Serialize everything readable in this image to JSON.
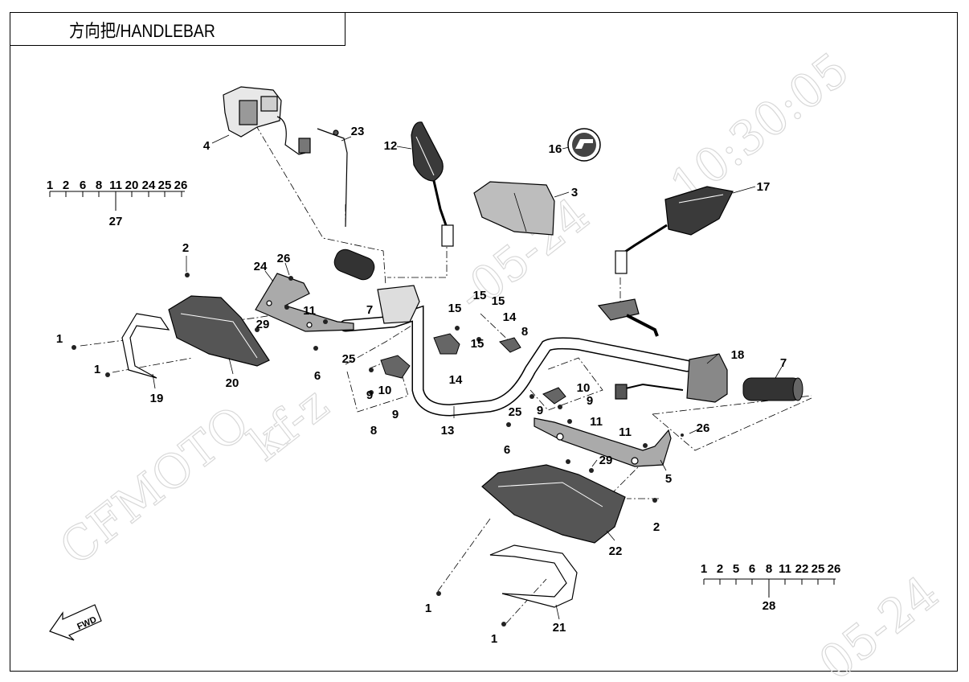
{
  "title": "方向把/HANDLEBAR",
  "watermark": {
    "brand": "CFMOTO",
    "code": "kf-z",
    "date_fragment": "-05-24",
    "time_fragment": "10:30:05",
    "corner_fragment": "05-24"
  },
  "fwd_label": "FWD",
  "kit_27": {
    "parts": [
      "1",
      "2",
      "6",
      "8",
      "11",
      "20",
      "24",
      "25",
      "26"
    ],
    "number": "27"
  },
  "kit_28": {
    "parts": [
      "1",
      "2",
      "5",
      "6",
      "8",
      "11",
      "22",
      "25",
      "26"
    ],
    "number": "28"
  },
  "callouts": {
    "c_4": "4",
    "c_23": "23",
    "c_12": "12",
    "c_16": "16",
    "c_3": "3",
    "c_17": "17",
    "c_2a": "2",
    "c_24": "24",
    "c_26a": "26",
    "c_11a": "11",
    "c_7a": "7",
    "c_1a": "1",
    "c_29a": "29",
    "c_25a": "25",
    "c_1b": "1",
    "c_6a": "6",
    "c_20": "20",
    "c_19": "19",
    "c_15a": "15",
    "c_15b": "15",
    "c_15c": "15",
    "c_15d": "15",
    "c_14a": "14",
    "c_8a": "8",
    "c_14b": "14",
    "c_9a": "9",
    "c_10a": "10",
    "c_9b": "9",
    "c_8b": "8",
    "c_13": "13",
    "c_10b": "10",
    "c_9c": "9",
    "c_9d": "9",
    "c_25b": "25",
    "c_11b": "11",
    "c_6b": "6",
    "c_18": "18",
    "c_7b": "7",
    "c_11c": "11",
    "c_26b": "26",
    "c_5": "5",
    "c_29b": "29",
    "c_2b": "2",
    "c_22": "22",
    "c_1c": "1",
    "c_21": "21",
    "c_1d": "1"
  }
}
